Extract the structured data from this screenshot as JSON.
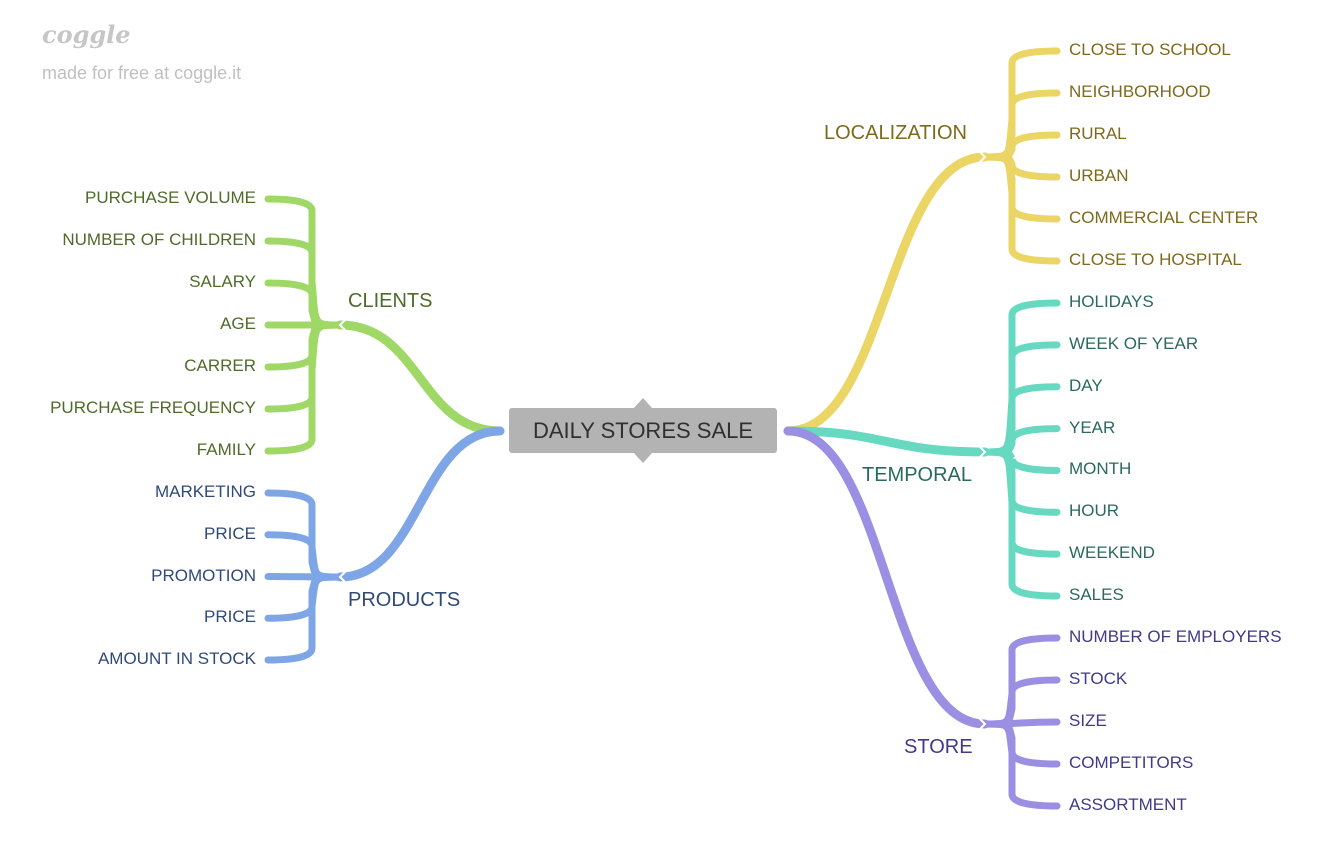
{
  "watermark": {
    "logo": "coggle",
    "tagline": "made for free at coggle.it"
  },
  "root": {
    "label": "DAILY STORES SALE"
  },
  "branches": [
    {
      "id": "clients",
      "label": "CLIENTS",
      "color": "#9fd866",
      "text_color": "#4e6b2a",
      "children": [
        "PURCHASE VOLUME",
        "NUMBER OF CHILDREN",
        "SALARY",
        "AGE",
        "CARRER",
        "PURCHASE FREQUENCY",
        "FAMILY"
      ]
    },
    {
      "id": "products",
      "label": "PRODUCTS",
      "color": "#7ea6e6",
      "text_color": "#2f4a78",
      "children": [
        "MARKETING",
        "PRICE",
        "PROMOTION",
        "PRICE",
        "AMOUNT IN STOCK"
      ]
    },
    {
      "id": "localization",
      "label": "LOCALIZATION",
      "color": "#ebd565",
      "text_color": "#7d6a1c",
      "children": [
        "CLOSE TO SCHOOL",
        "NEIGHBORHOOD",
        "RURAL",
        "URBAN",
        "COMMERCIAL CENTER",
        "CLOSE TO HOSPITAL"
      ]
    },
    {
      "id": "temporal",
      "label": "TEMPORAL",
      "color": "#66d9c0",
      "text_color": "#2a6a5c",
      "children": [
        "HOLIDAYS",
        "WEEK OF YEAR",
        "DAY",
        "YEAR",
        "MONTH",
        "HOUR",
        "WEEKEND",
        "SALES"
      ]
    },
    {
      "id": "store",
      "label": "STORE",
      "color": "#9b8fe3",
      "text_color": "#3f3a8a",
      "children": [
        "NUMBER OF EMPLOYERS",
        "STOCK",
        "SIZE",
        "COMPETITORS",
        "ASSORTMENT"
      ]
    }
  ]
}
